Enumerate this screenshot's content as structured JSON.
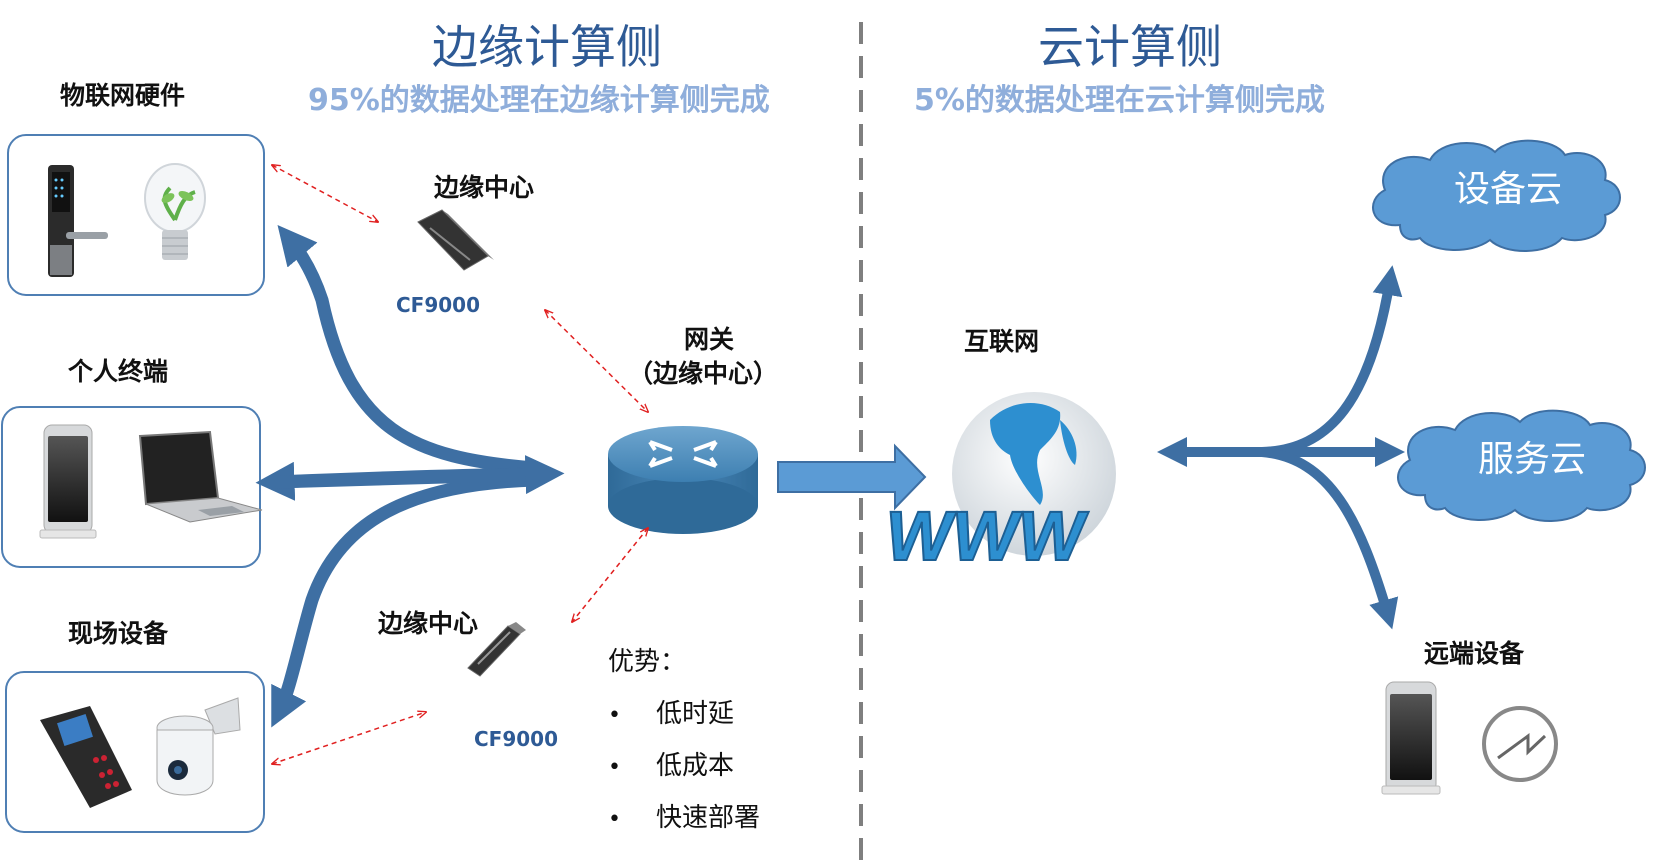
{
  "edge_section": {
    "title": "边缘计算侧",
    "subtitle": "95%的数据处理在边缘计算侧完成"
  },
  "cloud_section": {
    "title": "云计算侧",
    "subtitle": "5%的数据处理在云计算侧完成"
  },
  "device_groups": {
    "iot": "物联网硬件",
    "personal": "个人终端",
    "field": "现场设备"
  },
  "edge_centers": {
    "top_label": "边缘中心",
    "top_model": "CF9000",
    "bottom_label": "边缘中心",
    "bottom_model": "CF9000"
  },
  "gateway": {
    "line1": "网关",
    "line2": "（边缘中心）"
  },
  "internet": {
    "label": "互联网",
    "www": "WWW"
  },
  "clouds": {
    "device_cloud": "设备云",
    "service_cloud": "服务云",
    "remote": "远端设备"
  },
  "advantages": {
    "title": "优势：",
    "bullet": "•",
    "items": [
      "低时延",
      "低成本",
      "快速部署"
    ]
  },
  "colors": {
    "heading": "#2e5a95",
    "subheading": "#8faedb",
    "arrow": "#3e6fa3",
    "cloud": "#5b9bd5",
    "dashed_link": "#e02020",
    "box_border": "#4f7fb4"
  }
}
